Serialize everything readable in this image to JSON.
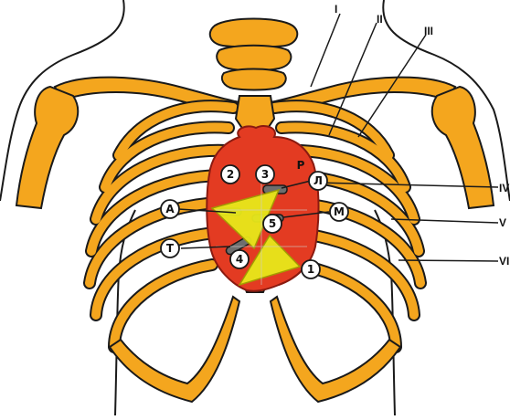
{
  "diagram": {
    "colors": {
      "bone": "#f4a61e",
      "outline": "#1a1a1a",
      "heart": "#e33b22",
      "heart_outline": "#8a1a10",
      "valve": "#6e6e6e",
      "triangle": "#e8e81a",
      "marker_fill": "#ffffff",
      "background": "#ffffff"
    },
    "rib_labels": [
      "I",
      "II",
      "III",
      "IV",
      "V",
      "VI"
    ],
    "point_labels": {
      "p1": "1",
      "p2": "2",
      "p3": "3",
      "p4": "4",
      "p5": "5",
      "pA": "A",
      "pL": "Л",
      "pM": "M",
      "pT": "T",
      "pP": "P"
    }
  }
}
